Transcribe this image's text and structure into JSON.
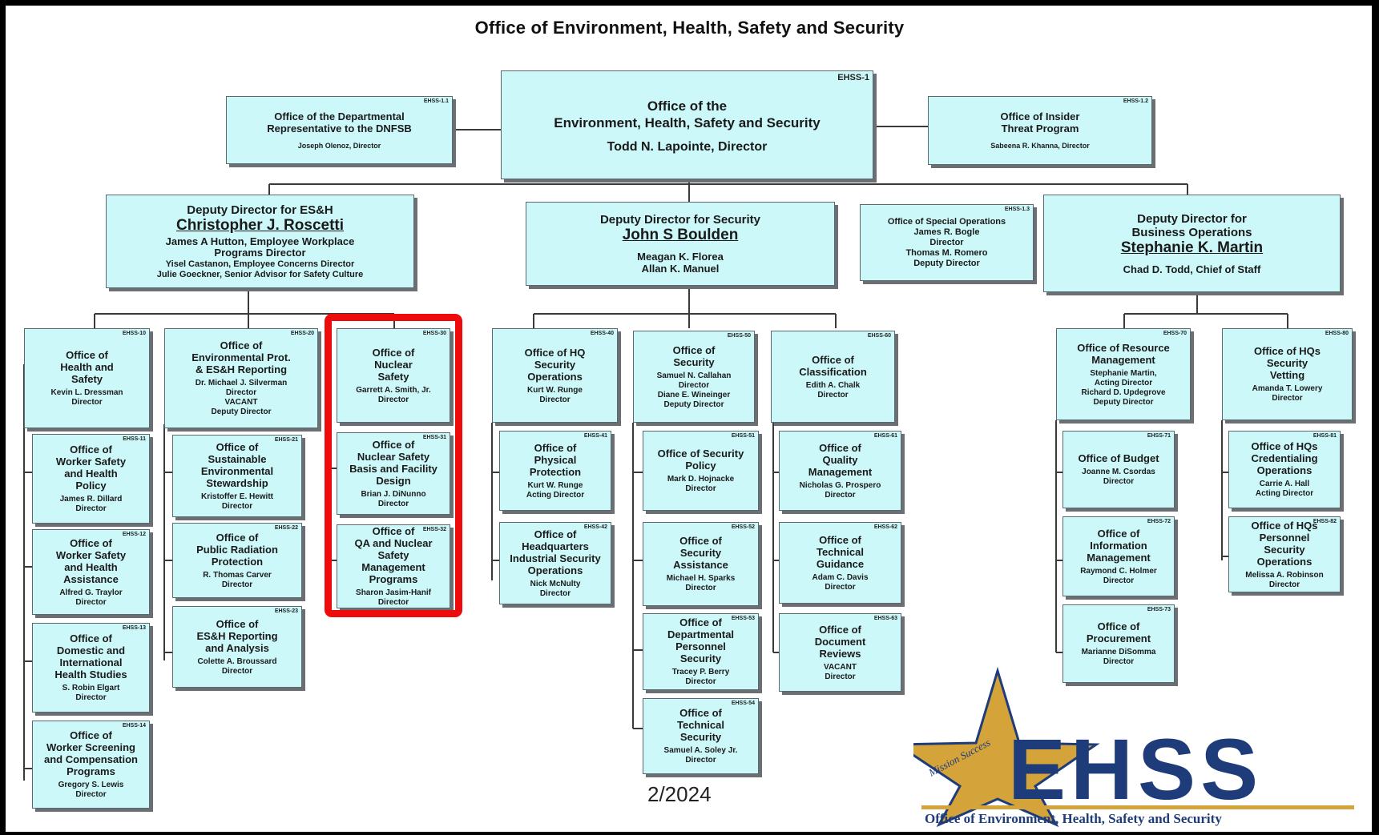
{
  "title": "Office of Environment, Health, Safety and Security",
  "date": "2/2024",
  "logo": {
    "wordmark": "EHSS",
    "tagline": "Office of Environment, Health, Safety and Security",
    "star_text": "Mission Success",
    "colors": {
      "star": "#d4a33a",
      "text": "#1f3c7a"
    }
  },
  "colors": {
    "box_fill": "#ccf8f9",
    "highlight": "#ee0b0b"
  },
  "boxes": {
    "director": {
      "code": "EHSS-1",
      "title": "Office of the\nEnvironment, Health, Safety and Security",
      "person": "Todd N. Lapointe, Director"
    },
    "dnfsb": {
      "code": "EHSS-1.1",
      "title": "Office of the Departmental\nRepresentative to the DNFSB",
      "person": "Joseph Olenoz, Director"
    },
    "insider": {
      "code": "EHSS-1.2",
      "title": "Office of Insider\nThreat Program",
      "person": "Sabeena R. Khanna, Director"
    },
    "dd_esh": {
      "title": "Deputy Director for ES&H",
      "name": "Christopher J. Roscetti",
      "details": "James A Hutton, Employee Workplace\nPrograms Director",
      "details2": "Yisel Castanon, Employee Concerns Director\nJulie Goeckner, Senior Advisor for Safety Culture"
    },
    "dd_security": {
      "title": "Deputy Director for Security",
      "name": "John S Boulden",
      "details": "Meagan K. Florea\nAllan K. Manuel"
    },
    "special_ops": {
      "code": "EHSS-1.3",
      "title": "Office of Special Operations",
      "person": "James R. Bogle\nDirector\nThomas M. Romero\nDeputy Director"
    },
    "dd_business": {
      "title": "Deputy Director for\nBusiness Operations",
      "name": "Stephanie K. Martin",
      "details": "Chad D. Todd, Chief of Staff"
    },
    "health_safety": {
      "code": "EHSS-10",
      "title": "Office of\nHealth and\nSafety",
      "person": "Kevin L. Dressman\nDirector"
    },
    "worker_policy": {
      "code": "EHSS-11",
      "title": "Office of\nWorker Safety\nand Health\nPolicy",
      "person": "James R. Dillard\nDirector"
    },
    "worker_assist": {
      "code": "EHSS-12",
      "title": "Office of\nWorker Safety\nand Health\nAssistance",
      "person": "Alfred G. Traylor\nDirector"
    },
    "domestic": {
      "code": "EHSS-13",
      "title": "Office of\nDomestic and\nInternational\nHealth Studies",
      "person": "S. Robin Elgart\nDirector"
    },
    "screening": {
      "code": "EHSS-14",
      "title": "Office of\nWorker Screening\nand Compensation\nPrograms",
      "person": "Gregory S. Lewis\nDirector"
    },
    "env_prot": {
      "code": "EHSS-20",
      "title": "Office of\nEnvironmental Prot.\n& ES&H Reporting",
      "person": "Dr. Michael J. Silverman\nDirector\nVACANT\nDeputy Director"
    },
    "sustainable": {
      "code": "EHSS-21",
      "title": "Office of\nSustainable\nEnvironmental\nStewardship",
      "person": "Kristoffer E. Hewitt\nDirector"
    },
    "radiation": {
      "code": "EHSS-22",
      "title": "Office of\nPublic Radiation\nProtection",
      "person": "R. Thomas Carver\nDirector"
    },
    "reporting": {
      "code": "EHSS-23",
      "title": "Office of\nES&H Reporting\nand Analysis",
      "person": "Colette A. Broussard\nDirector"
    },
    "nuclear_safety": {
      "code": "EHSS-30",
      "title": "Office of\nNuclear\nSafety",
      "person": "Garrett A. Smith, Jr.\nDirector"
    },
    "nuc_basis": {
      "code": "EHSS-31",
      "title": "Office of\nNuclear Safety\nBasis and Facility\nDesign",
      "person": "Brian J. DiNunno\nDirector"
    },
    "qa_nuclear": {
      "code": "EHSS-32",
      "title": "Office of\nQA and Nuclear\nSafety\nManagement\nPrograms",
      "person": "Sharon Jasim-Hanif\nDirector"
    },
    "hq_security": {
      "code": "EHSS-40",
      "title": "Office of HQ\nSecurity\nOperations",
      "person": "Kurt W. Runge\nDirector"
    },
    "physical": {
      "code": "EHSS-41",
      "title": "Office of\nPhysical\nProtection",
      "person": "Kurt W. Runge\nActing Director"
    },
    "industrial": {
      "code": "EHSS-42",
      "title": "Office of\nHeadquarters\nIndustrial Security\nOperations",
      "person": "Nick McNulty\nDirector"
    },
    "security": {
      "code": "EHSS-50",
      "title": "Office of\nSecurity",
      "person": "Samuel N. Callahan\nDirector\nDiane E. Wineinger\nDeputy Director"
    },
    "sec_policy": {
      "code": "EHSS-51",
      "title": "Office of Security\nPolicy",
      "person": "Mark D. Hojnacke\nDirector"
    },
    "sec_assist": {
      "code": "EHSS-52",
      "title": "Office of\nSecurity\nAssistance",
      "person": "Michael H. Sparks\nDirector"
    },
    "dept_personnel": {
      "code": "EHSS-53",
      "title": "Office of\nDepartmental\nPersonnel\nSecurity",
      "person": "Tracey P. Berry\nDirector"
    },
    "tech_security": {
      "code": "EHSS-54",
      "title": "Office of\nTechnical\nSecurity",
      "person": "Samuel A. Soley Jr.\nDirector"
    },
    "classification": {
      "code": "EHSS-60",
      "title": "Office of\nClassification",
      "person": "Edith A. Chalk\nDirector"
    },
    "quality": {
      "code": "EHSS-61",
      "title": "Office of\nQuality\nManagement",
      "person": "Nicholas G. Prospero\nDirector"
    },
    "tech_guidance": {
      "code": "EHSS-62",
      "title": "Office of\nTechnical\nGuidance",
      "person": "Adam C. Davis\nDirector"
    },
    "doc_reviews": {
      "code": "EHSS-63",
      "title": "Office of\nDocument\nReviews",
      "person": "VACANT\nDirector"
    },
    "resource": {
      "code": "EHSS-70",
      "title": "Office of Resource\nManagement",
      "person": "Stephanie Martin,\nActing Director\nRichard D. Updegrove\nDeputy Director"
    },
    "budget": {
      "code": "EHSS-71",
      "title": "Office of Budget",
      "person": "Joanne M. Csordas\nDirector"
    },
    "info_mgmt": {
      "code": "EHSS-72",
      "title": "Office of\nInformation\nManagement",
      "person": "Raymond C. Holmer\nDirector"
    },
    "procurement": {
      "code": "EHSS-73",
      "title": "Office of\nProcurement",
      "person": "Marianne DiSomma\nDirector"
    },
    "vetting": {
      "code": "EHSS-80",
      "title": "Office of HQs\nSecurity\nVetting",
      "person": "Amanda T. Lowery\nDirector"
    },
    "credentialing": {
      "code": "EHSS-81",
      "title": "Office of HQs\nCredentialing\nOperations",
      "person": "Carrie A. Hall\nActing Director"
    },
    "personnel_ops": {
      "code": "EHSS-82",
      "title": "Office of HQs\nPersonnel\nSecurity\nOperations",
      "person": "Melissa A. Robinson\nDirector"
    }
  }
}
